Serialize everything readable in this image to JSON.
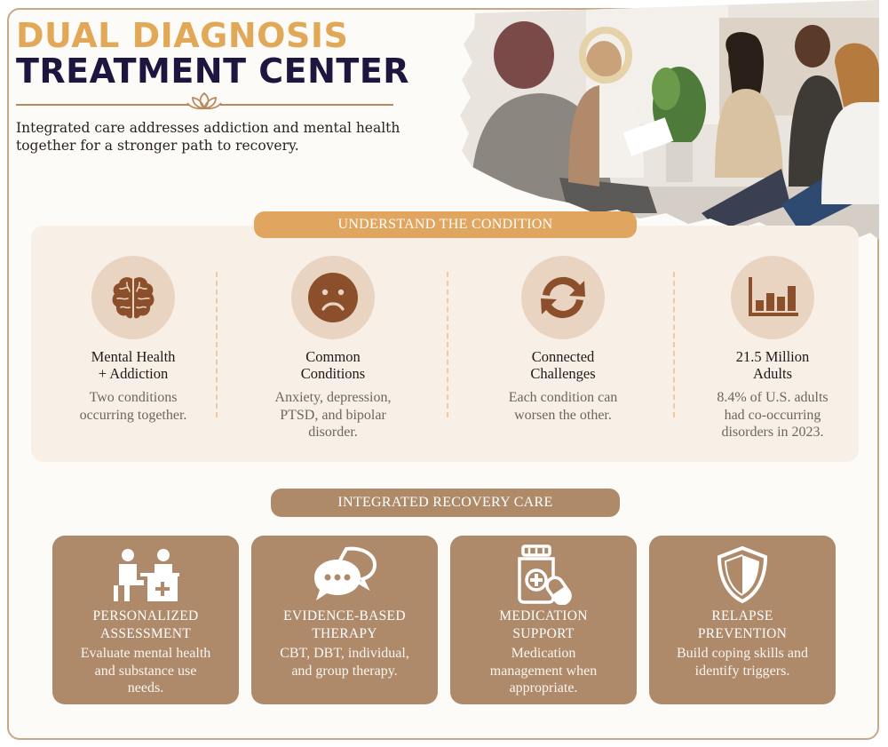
{
  "header": {
    "title_line1": "DUAL DIAGNOSIS",
    "title_line2": "TREATMENT CENTER",
    "intro": "Integrated care addresses addiction and mental health together for a stronger path to recovery."
  },
  "colors": {
    "gold": "#e0a857",
    "navy": "#1f1640",
    "brown": "#ae8a6b",
    "icon_brown": "#8b4f2c",
    "panel": "#f8efe6"
  },
  "understand": {
    "heading": "UNDERSTAND THE CONDITION",
    "items": [
      {
        "icon": "brain-icon",
        "title": "Mental Health\n+ Addiction",
        "desc": "Two conditions\noccurring together."
      },
      {
        "icon": "sad-face-icon",
        "title": "Common\nConditions",
        "desc": "Anxiety, depression,\nPTSD, and bipolar\ndisorder."
      },
      {
        "icon": "cycle-arrows-icon",
        "title": "Connected\nChallenges",
        "desc": "Each condition can\nworsen the other."
      },
      {
        "icon": "bar-chart-icon",
        "title": "21.5 Million\nAdults",
        "desc": "8.4% of U.S. adults\nhad co-occurring\ndisorders in 2023."
      }
    ]
  },
  "care": {
    "heading": "INTEGRATED RECOVERY CARE",
    "cards": [
      {
        "icon": "consultation-icon",
        "title": "PERSONALIZED\nASSESSMENT",
        "desc": "Evaluate mental health\nand substance use\nneeds."
      },
      {
        "icon": "chat-bubbles-icon",
        "title": "EVIDENCE-BASED\nTHERAPY",
        "desc": "CBT, DBT, individual,\nand group therapy."
      },
      {
        "icon": "medication-icon",
        "title": "MEDICATION\nSUPPORT",
        "desc": "Medication\nmanagement when\nappropriate."
      },
      {
        "icon": "shield-icon",
        "title": "RELAPSE\nPREVENTION",
        "desc": "Build coping skills and\nidentify triggers."
      }
    ]
  }
}
